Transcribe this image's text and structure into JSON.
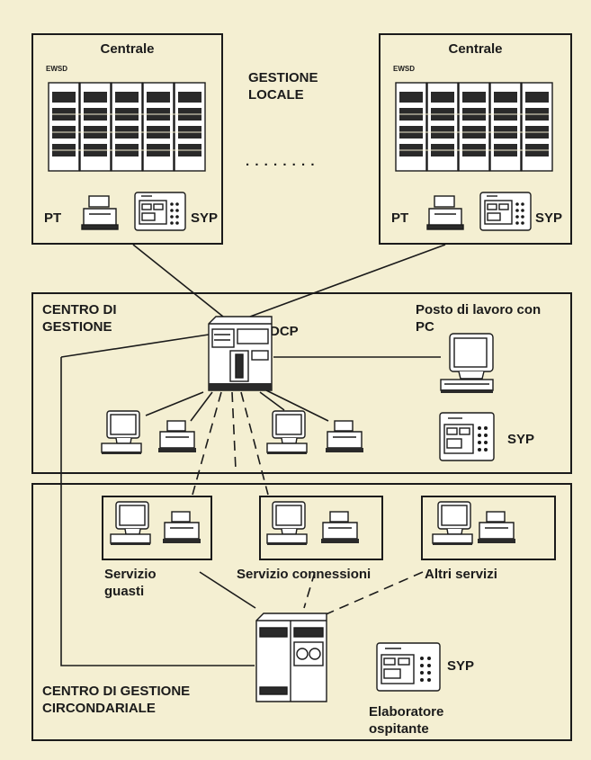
{
  "exchange_left": {
    "title": "Centrale",
    "model": "EWSD",
    "pt": "PT",
    "syp": "SYP"
  },
  "exchange_right": {
    "title": "Centrale",
    "model": "EWSD",
    "pt": "PT",
    "syp": "SYP"
  },
  "local_management": "GESTIONE\nLOCALE",
  "ellipsis": ". . . . . . . .",
  "management_center": {
    "title": "CENTRO DI\nGESTIONE",
    "dcp": "DCP",
    "workstation": "Posto di lavoro con\nPC",
    "syp": "SYP"
  },
  "district_center": {
    "title": "CENTRO DI GESTIONE\nCIRCONDARIALE",
    "services": [
      "Servizio\nguasti",
      "Servizio connessioni",
      "Altri servizi"
    ],
    "syp": "SYP",
    "host": "Elaboratore\nospitante"
  }
}
